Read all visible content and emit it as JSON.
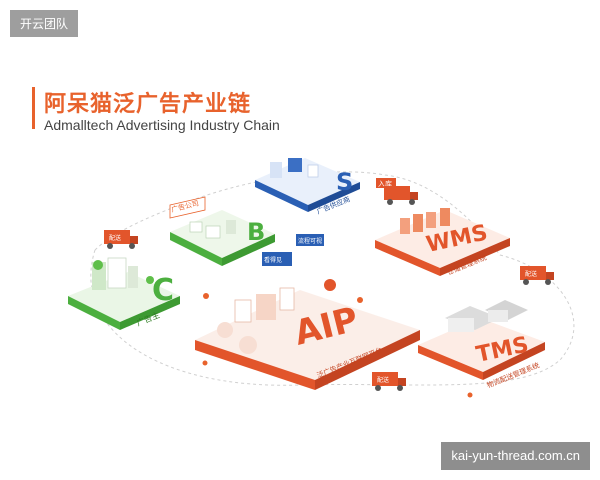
{
  "watermark_top": "开云团队",
  "watermark_bottom": "kai-yun-thread.com.cn",
  "title_cn": "阿呆猫泛广告产业链",
  "title_en": "Admalltech Advertising Industry Chain",
  "colors": {
    "accent": "#e8622c",
    "green": "#4caf3f",
    "blue": "#2a5fb4",
    "red_platform": "#e2552b"
  },
  "nodes": {
    "c": {
      "letter": "C",
      "label": "广告主"
    },
    "b": {
      "letter": "B",
      "label": "广告公司"
    },
    "s": {
      "letter": "S",
      "label": "广告供应商"
    },
    "aip": {
      "letter": "AIP",
      "label": "泛广告产业互联网平台"
    },
    "wms": {
      "letter": "WMS",
      "label": "仓储管理系统"
    },
    "tms": {
      "letter": "TMS",
      "label": "物流配送管理系统"
    }
  },
  "truck_label": "配送",
  "small_signs": {
    "inbound": "入库",
    "a": "看得见",
    "b": "流程可视"
  }
}
